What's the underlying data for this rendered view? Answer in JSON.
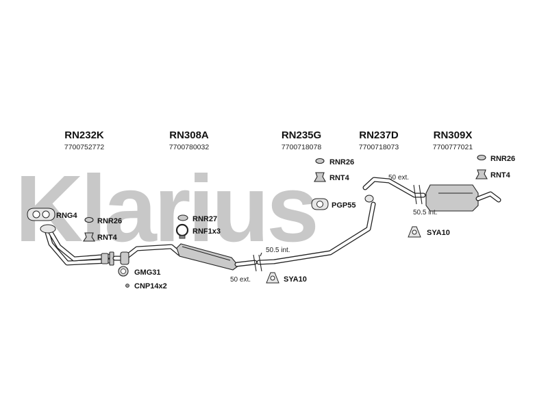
{
  "watermark": {
    "text": "Klarius",
    "color": "#c8c8c8"
  },
  "parts": [
    {
      "code": "RN232K",
      "number": "7700752772"
    },
    {
      "code": "RN308A",
      "number": "7700780032"
    },
    {
      "code": "RN235G",
      "number": "7700718078"
    },
    {
      "code": "RN237D",
      "number": "7700718073"
    },
    {
      "code": "RN309X",
      "number": "7700777021"
    }
  ],
  "accessories": {
    "rng4": "RNG4",
    "rnr26_left": "RNR26",
    "rnt4_left": "RNT4",
    "gmg31": "GMG31",
    "cnp14x2": "CNP14x2",
    "rnr27": "RNR27",
    "rnf1x3": "RNF1x3",
    "rnr26_mid": "RNR26",
    "rnt4_mid": "RNT4",
    "pgp55": "PGP55",
    "sya10_mid": "SYA10",
    "rnr26_right": "RNR26",
    "rnt4_right": "RNT4",
    "sya10_right": "SYA10"
  },
  "dimensions": {
    "int_mid": "50.5 int.",
    "ext_mid": "50 ext.",
    "ext_right": "50 ext.",
    "int_right": "50.5 int."
  },
  "colors": {
    "pipe": "#222222",
    "part": "#c9c9c9",
    "background": "#ffffff"
  },
  "icons": {
    "gasket": "gasket-icon",
    "rubber_ring": "rubber-ring-icon",
    "rubber_mount": "rubber-mount-icon",
    "clamp": "clamp-icon",
    "sealing_ring": "sealing-ring-icon",
    "nut": "nut-icon",
    "flange_gasket": "flange-gasket-icon",
    "clamp_bracket": "clamp-bracket-icon"
  }
}
